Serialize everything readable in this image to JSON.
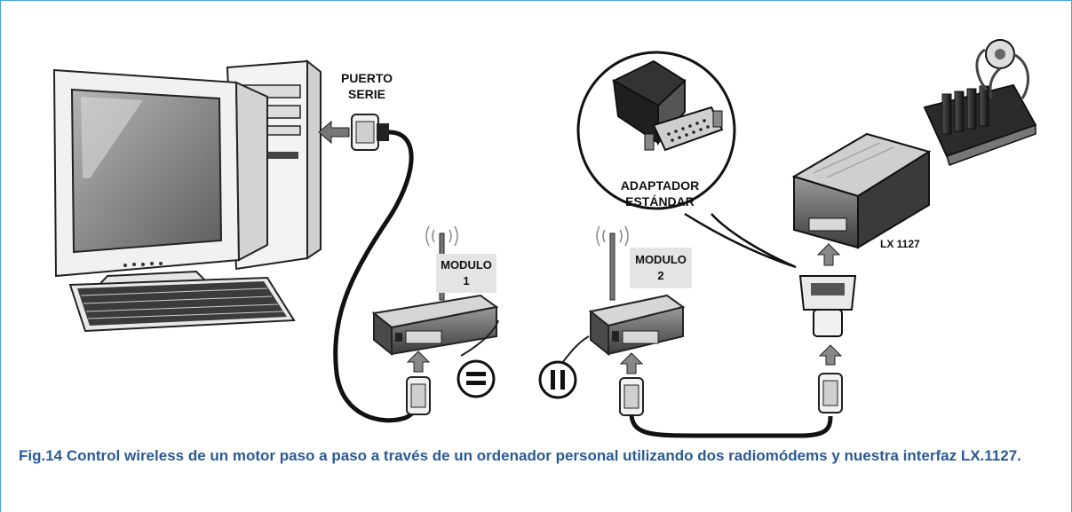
{
  "labels": {
    "puerto_serie_line1": "PUERTO",
    "puerto_serie_line2": "SERIE",
    "modulo1_line1": "MODULO",
    "modulo1_line2": "1",
    "modulo2_line1": "MODULO",
    "modulo2_line2": "2",
    "adaptador_line1": "ADAPTADOR",
    "adaptador_line2": "ESTÁNDAR",
    "lx_board": "LX 1127"
  },
  "caption": "Fig.14 Control wireless de un motor paso a paso a través de un ordenador personal utilizando dos radiomódems y nuestra interfaz LX.1127.",
  "colors": {
    "border": "#4aa3df",
    "caption_text": "#2a5a96",
    "label_box": "#e4e4e4"
  }
}
